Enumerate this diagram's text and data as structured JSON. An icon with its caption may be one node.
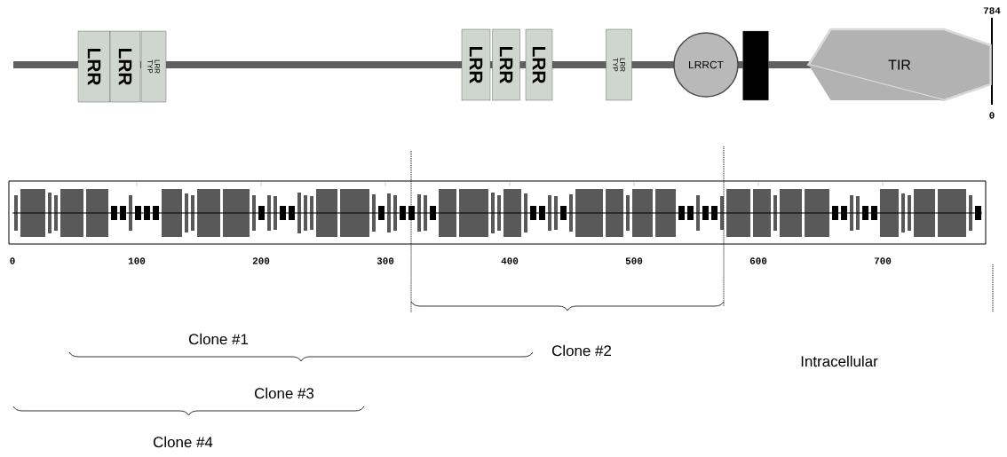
{
  "diagram": {
    "nodes": [
      {
        "text": [
          "LRR"
        ]
      },
      {
        "text": [
          "LRR"
        ]
      },
      {
        "text": [
          "LRR TYP"
        ]
      },
      {
        "text": [
          "LRR"
        ]
      },
      {
        "text": [
          "LRR"
        ]
      },
      {
        "text": [
          "LRR"
        ]
      },
      {
        "text": [
          "LRR TYP"
        ]
      },
      {
        "text": [
          "LRRCT"
        ]
      },
      {
        "text": [],
        "shape": "bar"
      },
      {
        "text": [
          "TIR"
        ]
      }
    ],
    "edges": [],
    "labels": [
      "784",
      "0",
      "0",
      "100",
      "200",
      "300",
      "400",
      "500",
      "600",
      "700",
      "Clone #1",
      "Clone #2",
      "Intracellular",
      "Clone #3",
      "Clone #4"
    ]
  }
}
